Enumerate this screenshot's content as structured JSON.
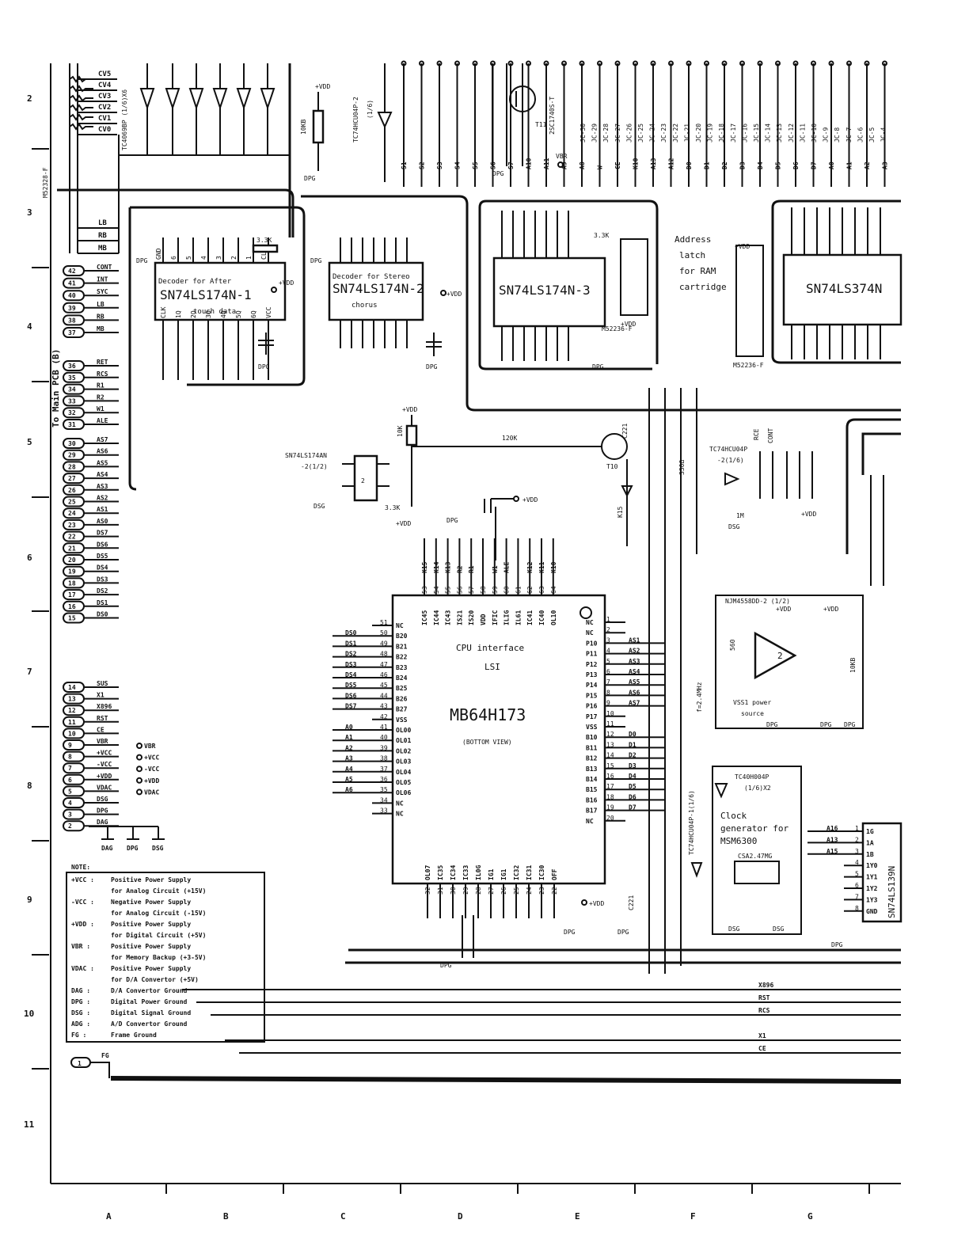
{
  "row_labels": [
    "2",
    "3",
    "4",
    "5",
    "6",
    "7",
    "8",
    "9",
    "10",
    "11"
  ],
  "column_labels": [
    "A",
    "B",
    "C",
    "D",
    "E",
    "F",
    "G"
  ],
  "cpu": {
    "title": "CPU interface",
    "title2": "LSI",
    "part": "MB64H173",
    "view": "(BOTTOM VIEW)"
  },
  "chips": {
    "u1": {
      "part": "SN74LS174N-1",
      "note1": "Decoder for After",
      "note2": "touch data"
    },
    "u2": {
      "part": "SN74LS174N-2",
      "note1": "Decoder for Stereo",
      "note2": "chorus"
    },
    "u3": {
      "part": "SN74LS174N-3"
    },
    "u4": {
      "part": "SN74LS374N"
    },
    "u5": {
      "part": "SN74LS174AN",
      "sub": "-2(1/2)"
    },
    "u6": {
      "part": "TC4069BP (1/6)X6"
    },
    "u7": {
      "part": "TC74HCU04P-2",
      "sub": "(1/6)"
    },
    "u8": {
      "part": "TC74HCU04P",
      "sub": "-2(1/6)"
    },
    "u9": {
      "part": "NJM4558DD-2 (1/2)"
    },
    "u10": {
      "part": "TC40H004P",
      "sub": "(1/6)X2"
    },
    "u11": {
      "part": "SN74LS139N"
    },
    "u12": {
      "part": "TC74HCU04P-1(1/6)"
    },
    "t10": {
      "part": "T10",
      "type": "2SC1740S"
    },
    "t11": {
      "part": "T11",
      "type": "2SC1740S-T"
    }
  },
  "annotations": {
    "address_latch": [
      "Address",
      "latch",
      "for RAM",
      "cartridge"
    ],
    "clock_gen": [
      "Clock",
      "generator for",
      "MSM6300"
    ],
    "vss1": [
      "VSS1 power",
      "source"
    ],
    "to_main": "To Main PCB (B)",
    "freq": "f=2.4MHz",
    "ms1": "M52236-F",
    "ms2": "M52236-F",
    "ms3": "M52328-F",
    "crystal": "CSA2.47MG"
  },
  "left_connector": [
    {
      "n": "42",
      "s": "CONT"
    },
    {
      "n": "41",
      "s": "INT"
    },
    {
      "n": "40",
      "s": "SYC"
    },
    {
      "n": "39",
      "s": "LB"
    },
    {
      "n": "38",
      "s": "RB"
    },
    {
      "n": "37",
      "s": "MB"
    },
    {
      "n": "36",
      "s": "RET"
    },
    {
      "n": "35",
      "s": "RCS"
    },
    {
      "n": "34",
      "s": "R1"
    },
    {
      "n": "33",
      "s": "R2"
    },
    {
      "n": "32",
      "s": "W1"
    },
    {
      "n": "31",
      "s": "ALE"
    },
    {
      "n": "30",
      "s": "AS7"
    },
    {
      "n": "29",
      "s": "AS6"
    },
    {
      "n": "28",
      "s": "AS5"
    },
    {
      "n": "27",
      "s": "AS4"
    },
    {
      "n": "26",
      "s": "AS3"
    },
    {
      "n": "25",
      "s": "AS2"
    },
    {
      "n": "24",
      "s": "AS1"
    },
    {
      "n": "23",
      "s": "AS0"
    },
    {
      "n": "22",
      "s": "DS7"
    },
    {
      "n": "21",
      "s": "DS6"
    },
    {
      "n": "20",
      "s": "DS5"
    },
    {
      "n": "19",
      "s": "DS4"
    },
    {
      "n": "18",
      "s": "DS3"
    },
    {
      "n": "17",
      "s": "DS2"
    },
    {
      "n": "16",
      "s": "DS1"
    },
    {
      "n": "15",
      "s": "DS0"
    },
    {
      "n": "14",
      "s": "SUS"
    },
    {
      "n": "13",
      "s": "X1"
    },
    {
      "n": "12",
      "s": "X896"
    },
    {
      "n": "11",
      "s": "RST"
    },
    {
      "n": "10",
      "s": "CE"
    },
    {
      "n": "9",
      "s": "VBR"
    },
    {
      "n": "8",
      "s": "+VCC"
    },
    {
      "n": "7",
      "s": "-VCC"
    },
    {
      "n": "6",
      "s": "+VDD"
    },
    {
      "n": "5",
      "s": "VDAC"
    },
    {
      "n": "4",
      "s": "DSG"
    },
    {
      "n": "3",
      "s": "DPG"
    },
    {
      "n": "2",
      "s": "DAG"
    }
  ],
  "cv_lines": [
    "CV5",
    "CV4",
    "CV3",
    "CV2",
    "CV1",
    "CV0"
  ],
  "top_ab_lines": [
    "LB",
    "RB",
    "MB"
  ],
  "cpu_left_pins": [
    {
      "n": "51",
      "s": "NC"
    },
    {
      "n": "50",
      "s": "B20"
    },
    {
      "n": "49",
      "s": "B21"
    },
    {
      "n": "48",
      "s": "B22"
    },
    {
      "n": "47",
      "s": "B23"
    },
    {
      "n": "46",
      "s": "B24"
    },
    {
      "n": "45",
      "s": "B25"
    },
    {
      "n": "44",
      "s": "B26"
    },
    {
      "n": "43",
      "s": "B27"
    },
    {
      "n": "42",
      "s": "VSS"
    },
    {
      "n": "41",
      "s": "OL00"
    },
    {
      "n": "40",
      "s": "OL01"
    },
    {
      "n": "39",
      "s": "OL02"
    },
    {
      "n": "38",
      "s": "OL03"
    },
    {
      "n": "37",
      "s": "OL04"
    },
    {
      "n": "36",
      "s": "OL05"
    },
    {
      "n": "35",
      "s": "OL06"
    },
    {
      "n": "34",
      "s": "NC"
    },
    {
      "n": "33",
      "s": "NC"
    }
  ],
  "cpu_left_nets": [
    "",
    "DS0",
    "DS1",
    "DS2",
    "DS3",
    "DS4",
    "DS5",
    "DS6",
    "DS7",
    "",
    "A0",
    "A1",
    "A2",
    "A3",
    "A4",
    "A5",
    "A6",
    "",
    ""
  ],
  "cpu_right_pins": [
    {
      "n": "1",
      "s": "NC"
    },
    {
      "n": "2",
      "s": "NC"
    },
    {
      "n": "3",
      "s": "P10"
    },
    {
      "n": "4",
      "s": "P11"
    },
    {
      "n": "5",
      "s": "P12"
    },
    {
      "n": "6",
      "s": "P13"
    },
    {
      "n": "7",
      "s": "P14"
    },
    {
      "n": "8",
      "s": "P15"
    },
    {
      "n": "9",
      "s": "P16"
    },
    {
      "n": "10",
      "s": "P17"
    },
    {
      "n": "11",
      "s": "VSS"
    },
    {
      "n": "12",
      "s": "B10"
    },
    {
      "n": "13",
      "s": "B11"
    },
    {
      "n": "14",
      "s": "B12"
    },
    {
      "n": "15",
      "s": "B13"
    },
    {
      "n": "16",
      "s": "B14"
    },
    {
      "n": "17",
      "s": "B15"
    },
    {
      "n": "18",
      "s": "B16"
    },
    {
      "n": "19",
      "s": "B17"
    },
    {
      "n": "20",
      "s": "NC"
    }
  ],
  "cpu_right_nets": [
    "",
    "",
    "AS1",
    "AS2",
    "AS3",
    "AS4",
    "AS5",
    "AS6",
    "AS7",
    "",
    "",
    "D0",
    "D1",
    "D2",
    "D3",
    "D4",
    "D5",
    "D6",
    "D7",
    ""
  ],
  "cpu_top_pins": [
    "IC45",
    "IC44",
    "IC43",
    "IS21",
    "IS20",
    "VDD",
    "IFIC",
    "ILIG",
    "IL61",
    "IC41",
    "IC40",
    "OL10"
  ],
  "cpu_top_nums": [
    "53",
    "54",
    "55",
    "56",
    "57",
    "58",
    "59",
    "60",
    "61",
    "62",
    "63",
    "64"
  ],
  "cpu_top_nets": [
    "K15",
    "K14",
    "K13",
    "R2",
    "R1",
    "",
    "W1",
    "ALE",
    "",
    "K12",
    "K11",
    "K10"
  ],
  "cpu_bottom_pins": [
    "OL07",
    "IC35",
    "IC34",
    "IC33",
    "IL0G",
    "IG1",
    "IG1",
    "IC32",
    "IC31",
    "IC30",
    "OFF"
  ],
  "cpu_bottom_nums": [
    "32",
    "31",
    "30",
    "29",
    "28",
    "27",
    "26",
    "25",
    "24",
    "23",
    "22"
  ],
  "u1_top": [
    "GND",
    "6",
    "5",
    "4",
    "3",
    "2",
    "1",
    "CLR"
  ],
  "u1_bottom": [
    "CLK",
    "1Q",
    "2Q",
    "3Q",
    "4Q",
    "5Q",
    "6Q",
    "VCC"
  ],
  "bottom_bus": [
    "X896",
    "RST",
    "RCS",
    "X1",
    "CE"
  ],
  "top_bus": [
    "S1",
    "S2",
    "S3",
    "S4",
    "S5",
    "S6",
    "S7",
    "A10",
    "A11",
    "A9",
    "A8",
    "W",
    "CE",
    "K10",
    "A13",
    "A12",
    "D0",
    "D1",
    "D2",
    "D3",
    "D4",
    "D5",
    "D6",
    "D7",
    "A0",
    "A1",
    "A2",
    "A3"
  ],
  "jc_labels": [
    "JC-30",
    "JC-29",
    "JC-28",
    "JC-27",
    "JC-26",
    "JC-25",
    "JC-24",
    "JC-23",
    "JC-22",
    "JC-21",
    "JC-20",
    "JC-19",
    "JC-18",
    "JC-17",
    "JC-16",
    "JC-15",
    "JC-14",
    "JC-13",
    "JC-12",
    "JC-11",
    "JC-10",
    "JC-9",
    "JC-8",
    "JC-7",
    "JC-6",
    "JC-5",
    "JC-4"
  ],
  "u11_pins": [
    {
      "n": "1",
      "s": "1G",
      "net": "A16"
    },
    {
      "n": "2",
      "s": "1A",
      "net": "A13"
    },
    {
      "n": "3",
      "s": "1B",
      "net": "A15"
    },
    {
      "n": "4",
      "s": "1Y0",
      "net": ""
    },
    {
      "n": "5",
      "s": "1Y1",
      "net": ""
    },
    {
      "n": "6",
      "s": "1Y2",
      "net": ""
    },
    {
      "n": "7",
      "s": "1Y3",
      "net": ""
    },
    {
      "n": "8",
      "s": "GND",
      "net": ""
    }
  ],
  "notes": {
    "heading": "NOTE:",
    "lines": [
      {
        "k": "+VCC :",
        "v": "Positive Power Supply"
      },
      {
        "k": "",
        "v": "for Analog Circuit (+15V)"
      },
      {
        "k": "-VCC :",
        "v": "Negative Power Supply"
      },
      {
        "k": "",
        "v": "for Analog Circuit (-15V)"
      },
      {
        "k": "+VDD :",
        "v": "Positive Power Supply"
      },
      {
        "k": "",
        "v": "for Digital Circuit (+5V)"
      },
      {
        "k": "VBR :",
        "v": "Positive Power Supply"
      },
      {
        "k": "",
        "v": "for Memory Backup (+3-5V)"
      },
      {
        "k": "VDAC :",
        "v": "Positive Power Supply"
      },
      {
        "k": "",
        "v": "for D/A Convertor (+5V)"
      },
      {
        "k": "DAG :",
        "v": "D/A Convertor Ground"
      },
      {
        "k": "DPG :",
        "v": "Digital Power Ground"
      },
      {
        "k": "DSG :",
        "v": "Digital Signal Ground"
      },
      {
        "k": "ADG :",
        "v": "A/D Convertor Ground"
      },
      {
        "k": "FG :",
        "v": "Frame Ground"
      }
    ]
  },
  "ground_labels": [
    "DAG",
    "DPG",
    "DSG"
  ],
  "fg": {
    "n": "1",
    "s": "FG"
  },
  "power_labels": [
    "VBR",
    "+VCC",
    "-VCC",
    "+VDD",
    "VDAC"
  ],
  "vdd": "+VDD",
  "dpg": "DPG",
  "dsg": "DSG",
  "res_33k": "3.3K",
  "res_10k": "10K",
  "res_120k": "120K",
  "res_330": "330Ω",
  "res_1m": "1M",
  "res_10kb": "10KB",
  "res_560": "560",
  "cap_c221": "C221",
  "rce": "RCE",
  "cont": "CONT"
}
